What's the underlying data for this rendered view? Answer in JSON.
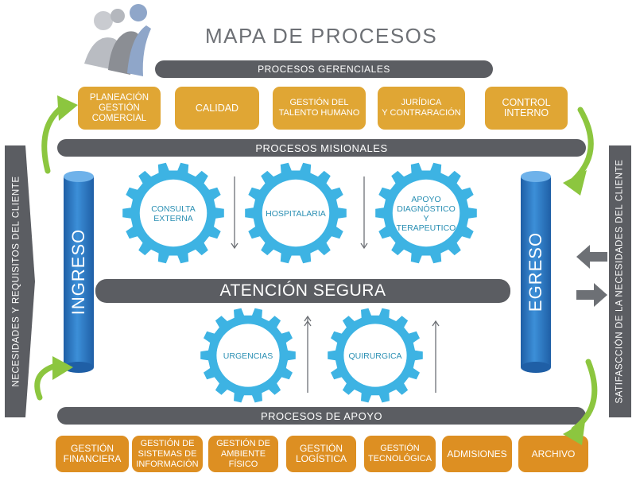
{
  "title": "MAPA DE PROCESOS",
  "colors": {
    "bar": "#5b5d62",
    "gerencial_box": "#e0a634",
    "apoyo_box": "#dd8f22",
    "gear": "#3db3e3",
    "cylinder": "#2f7cc6",
    "arrow_green": "#8cc63f"
  },
  "gerenciales": {
    "label": "PROCESOS GERENCIALES",
    "items": [
      "PLANEACIÓN\nGESTIÓN\nCOMERCIAL",
      "CALIDAD",
      "GESTIÓN DEL\nTALENTO HUMANO",
      "JURÍDICA\nY CONTRARACIÓN",
      "CONTROL\nINTERNO"
    ]
  },
  "misionales": {
    "label": "PROCESOS MISIONALES",
    "gears_top": [
      {
        "lines": [
          "CONSULTA",
          "EXTERNA"
        ]
      },
      {
        "lines": [
          "HOSPITALARIA"
        ]
      },
      {
        "lines": [
          "APOYO",
          "DIAGNÓSTICO",
          "Y",
          "TERAPEUTICO"
        ]
      }
    ],
    "center_label": "ATENCIÓN SEGURA",
    "gears_bottom": [
      {
        "lines": [
          "URGENCIAS"
        ]
      },
      {
        "lines": [
          "QUIRURGICA"
        ]
      }
    ]
  },
  "ingreso": "INGRESO",
  "egreso": "EGRESO",
  "left_side": "NECESIDADES Y REQUISITOS DEL CLIENTE",
  "right_side": "SATIFASCCIÓN DE LA NECESIDADES DEL CLIENTE",
  "apoyo": {
    "label": "PROCESOS DE APOYO",
    "items": [
      "GESTIÓN\nFINANCIERA",
      "GESTIÓN DE\nSISTEMAS DE\nINFORMACIÓN",
      "GESTIÓN DE\nAMBIENTE\nFÍSICO",
      "GESTIÓN\nLOGÍSTICA",
      "GESTIÓN\nTECNOLÓGICA",
      "ADMISIONES",
      "ARCHIVO"
    ]
  },
  "icons": [
    "people-logo-icon",
    "gear-icon",
    "arrow-left-icon",
    "arrow-right-icon",
    "curved-arrow-icon"
  ]
}
